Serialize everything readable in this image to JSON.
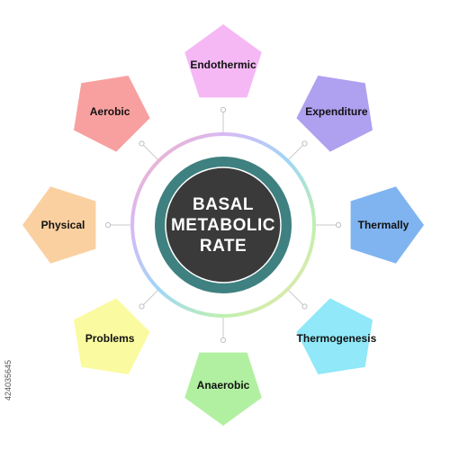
{
  "center": {
    "lines": [
      "BASAL",
      "METABOLIC",
      "RATE"
    ]
  },
  "items": [
    {
      "label": "Endothermic",
      "color": "#f5b8f5"
    },
    {
      "label": "Expenditure",
      "color": "#b0a0f0"
    },
    {
      "label": "Thermally",
      "color": "#80b4f0"
    },
    {
      "label": "Thermogenesis",
      "color": "#90e8f8"
    },
    {
      "label": "Anaerobic",
      "color": "#b0f0a0"
    },
    {
      "label": "Problems",
      "color": "#fafaa0"
    },
    {
      "label": "Physical",
      "color": "#fad0a0"
    },
    {
      "label": "Aerobic",
      "color": "#f8a0a0"
    }
  ],
  "watermark": {
    "stock_id": "424035645"
  },
  "colors": {
    "ring_outer": "#3f8080",
    "ring_inner": "#3a3a3a"
  }
}
